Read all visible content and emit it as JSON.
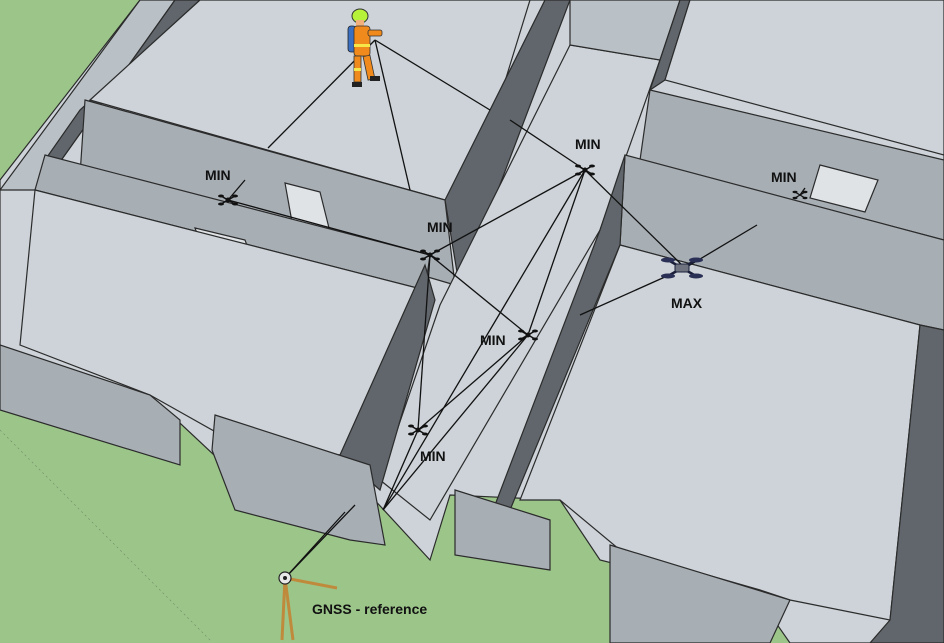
{
  "colors": {
    "ground": "#9cc58a",
    "floor": "#cdd3d8",
    "wall": "#a7aeb4",
    "wall_dark": "#60666b",
    "line": "#111111",
    "firefighter_suit": "#f08a1c",
    "firefighter_helmet": "#b6f23a"
  },
  "nodes": {
    "min_1": {
      "label": "MIN",
      "icon": "small-drone-icon"
    },
    "min_2": {
      "label": "MIN",
      "icon": "small-drone-icon"
    },
    "min_3": {
      "label": "MIN",
      "icon": "small-drone-icon"
    },
    "min_4": {
      "label": "MIN",
      "icon": "small-drone-icon"
    },
    "min_5": {
      "label": "MIN",
      "icon": "small-drone-icon"
    },
    "min_6": {
      "label": "MIN",
      "icon": "small-drone-icon"
    },
    "max": {
      "label": "MAX",
      "icon": "quadcopter-drone-icon"
    },
    "reference": {
      "label": "GNSS - reference",
      "icon": "gnss-antenna-tripod-icon"
    },
    "firefighter": {
      "icon": "firefighter-icon"
    }
  }
}
